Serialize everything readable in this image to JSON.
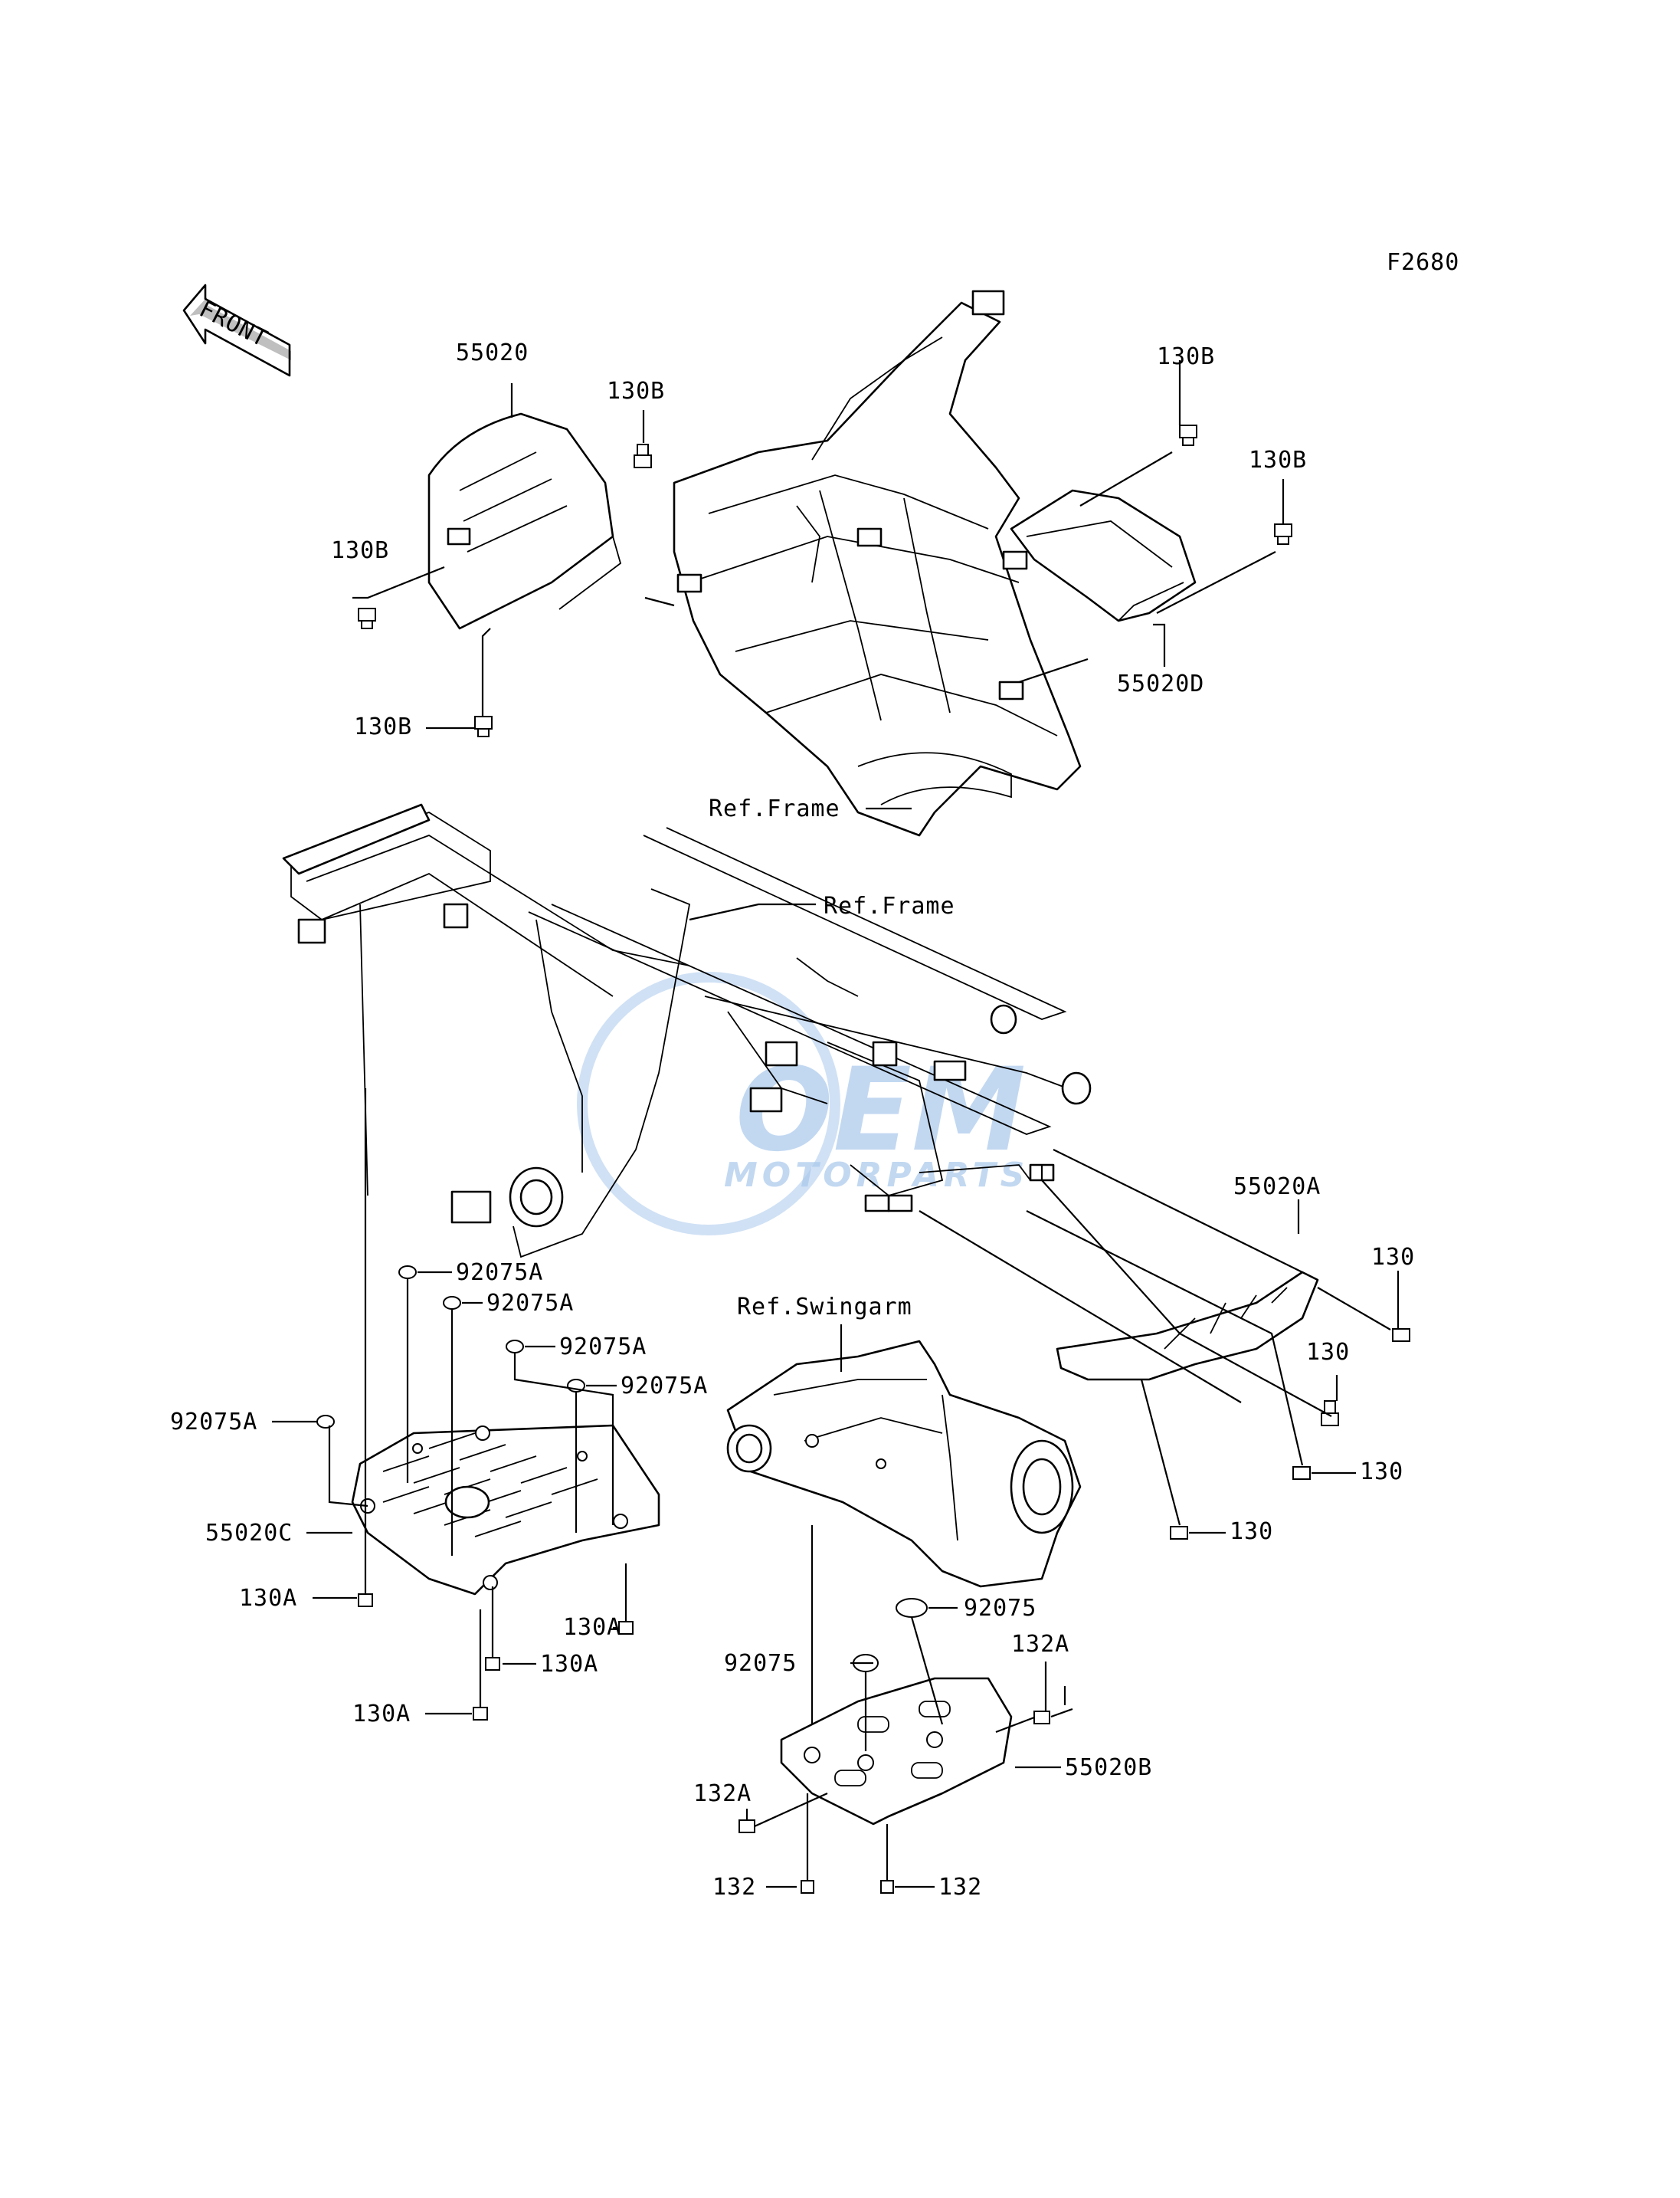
{
  "figure_code": "F2680",
  "front_arrow": {
    "label": "FRONT"
  },
  "watermark": {
    "line1": "OEM",
    "line2": "MOTORPARTS",
    "color": "#a9c8ec"
  },
  "labels": {
    "l55020": "55020",
    "l130B_1": "130B",
    "l130B_2": "130B",
    "l130B_3": "130B",
    "l130B_4": "130B",
    "l130B_5": "130B",
    "l55020D": "55020D",
    "ref_frame_1": "Ref.Frame",
    "ref_frame_2": "Ref.Frame",
    "l55020A": "55020A",
    "l130_1": "130",
    "l130_2": "130",
    "l130_3": "130",
    "l130_4": "130",
    "l92075A_1": "92075A",
    "l92075A_2": "92075A",
    "l92075A_3": "92075A",
    "l92075A_4": "92075A",
    "l92075A_5": "92075A",
    "ref_swingarm": "Ref.Swingarm",
    "l55020C": "55020C",
    "l130A_1": "130A",
    "l130A_2": "130A",
    "l130A_3": "130A",
    "l130A_4": "130A",
    "l92075_1": "92075",
    "l92075_2": "92075",
    "l132A_1": "132A",
    "l132A_2": "132A",
    "l55020B": "55020B",
    "l132_1": "132",
    "l132_2": "132"
  }
}
